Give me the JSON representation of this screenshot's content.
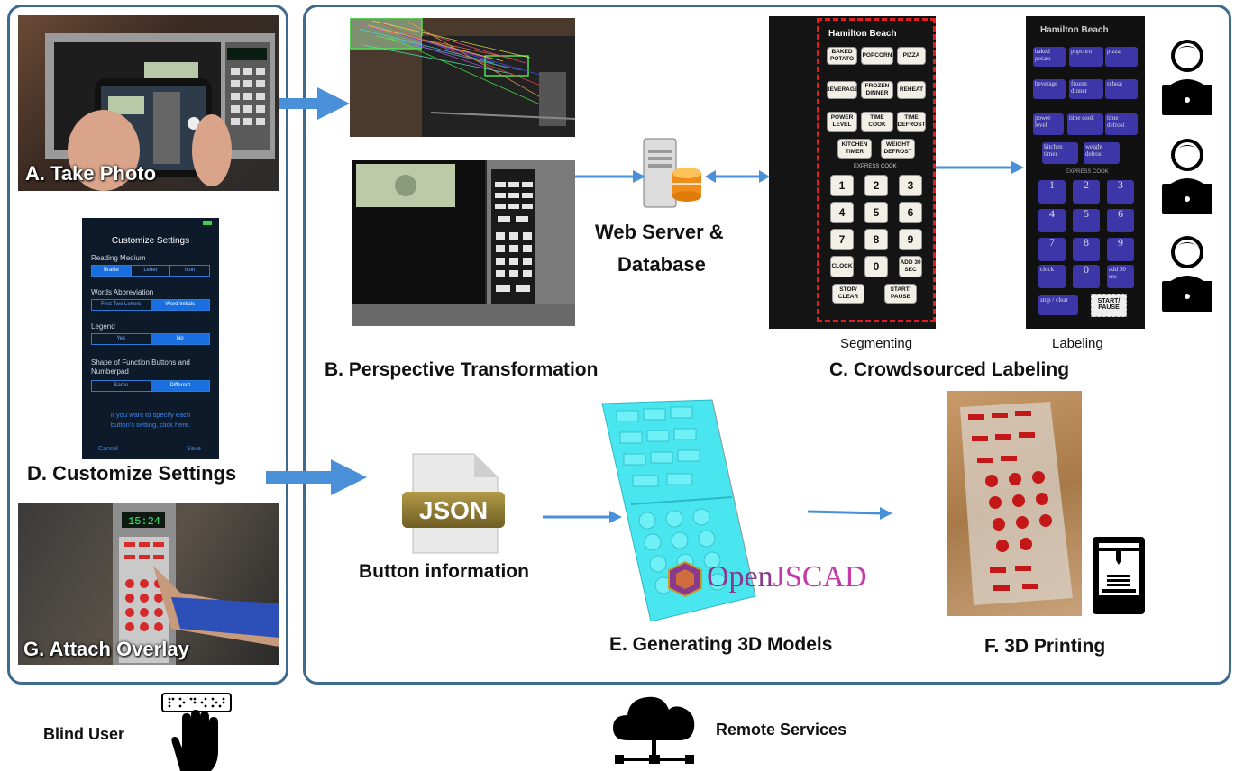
{
  "photo_labels": {
    "take_photo": "A. Take Photo",
    "attach_overlay": "G. Attach Overlay"
  },
  "captions": {
    "perspective": "B. Perspective Transformation",
    "crowdsourced": "C. Crowdsourced Labeling",
    "customize": "D. Customize Settings",
    "generating": "E. Generating 3D Models",
    "printing": "F. 3D Printing",
    "segmenting": "Segmenting",
    "labeling": "Labeling",
    "button_info": "Button information",
    "web_server_1": "Web Server &",
    "web_server_2": "Database",
    "blind_user": "Blind User",
    "remote_services": "Remote Services"
  },
  "json_file_label": "JSON",
  "openjscad": {
    "part1": "Open",
    "part2": "JSCAD"
  },
  "settings_phone": {
    "title": "Customize Settings",
    "reading_medium": {
      "label": "Reading Medium",
      "options": [
        "Braille",
        "Letter",
        "Icon"
      ],
      "selected": 0
    },
    "words_abbreviation": {
      "label": "Words Abbreviation",
      "options": [
        "First Two Letters",
        "Word Initials"
      ],
      "selected": 1
    },
    "legend": {
      "label": "Legend",
      "options": [
        "Yes",
        "No"
      ],
      "selected": 1
    },
    "shape": {
      "label_1": "Shape of Function Buttons and",
      "label_2": "Numberpad",
      "options": [
        "Same",
        "Different"
      ],
      "selected": 1
    },
    "link_1": "If you want to specify each",
    "link_2": "button's setting, click here.",
    "cancel": "Cancel",
    "save": "Save"
  },
  "microwave": {
    "brand": "Hamilton Beach",
    "express_cook": "EXPRESS COOK",
    "buttons": [
      [
        "BAKED POTATO",
        "POPCORN",
        "PIZZA"
      ],
      [
        "BEVERAGE",
        "FROZEN DINNER",
        "REHEAT"
      ],
      [
        "POWER LEVEL",
        "TIME COOK",
        "TIME DEFROST"
      ],
      [
        "KITCHEN TIMER",
        "WEIGHT DEFROST"
      ]
    ],
    "numpad": [
      "1",
      "2",
      "3",
      "4",
      "5",
      "6",
      "7",
      "8",
      "9",
      "CLOCK",
      "0",
      "ADD 30 SEC"
    ],
    "bottom": [
      "STOP/ CLEAR",
      "START/ PAUSE"
    ]
  },
  "labeled": {
    "rows": [
      [
        "baked potato",
        "popcorn",
        "pizza"
      ],
      [
        "beverage",
        "frozen dinner",
        "reheat"
      ],
      [
        "power level",
        "time cook",
        "time defrost"
      ],
      [
        "kitchen timer",
        "weight defrost"
      ]
    ],
    "numpad": [
      "1",
      "2",
      "3",
      "4",
      "5",
      "6",
      "7",
      "8",
      "9",
      "clock",
      "0",
      "add 30 sec"
    ],
    "bottom": [
      "stop / clear"
    ],
    "start": "START/ PAUSE"
  },
  "colors": {
    "panel_border": "#3d6a8f",
    "arrow": "#4a90d9",
    "segment_dash": "#e02020",
    "labels_bg": "#3c36a8",
    "model_cyan": "#49e6ef"
  },
  "icons": [
    "cloud-network-icon",
    "hand-braille-icon",
    "server-database-icon",
    "worker-laptop-icon",
    "3d-printer-icon",
    "json-file-icon"
  ]
}
